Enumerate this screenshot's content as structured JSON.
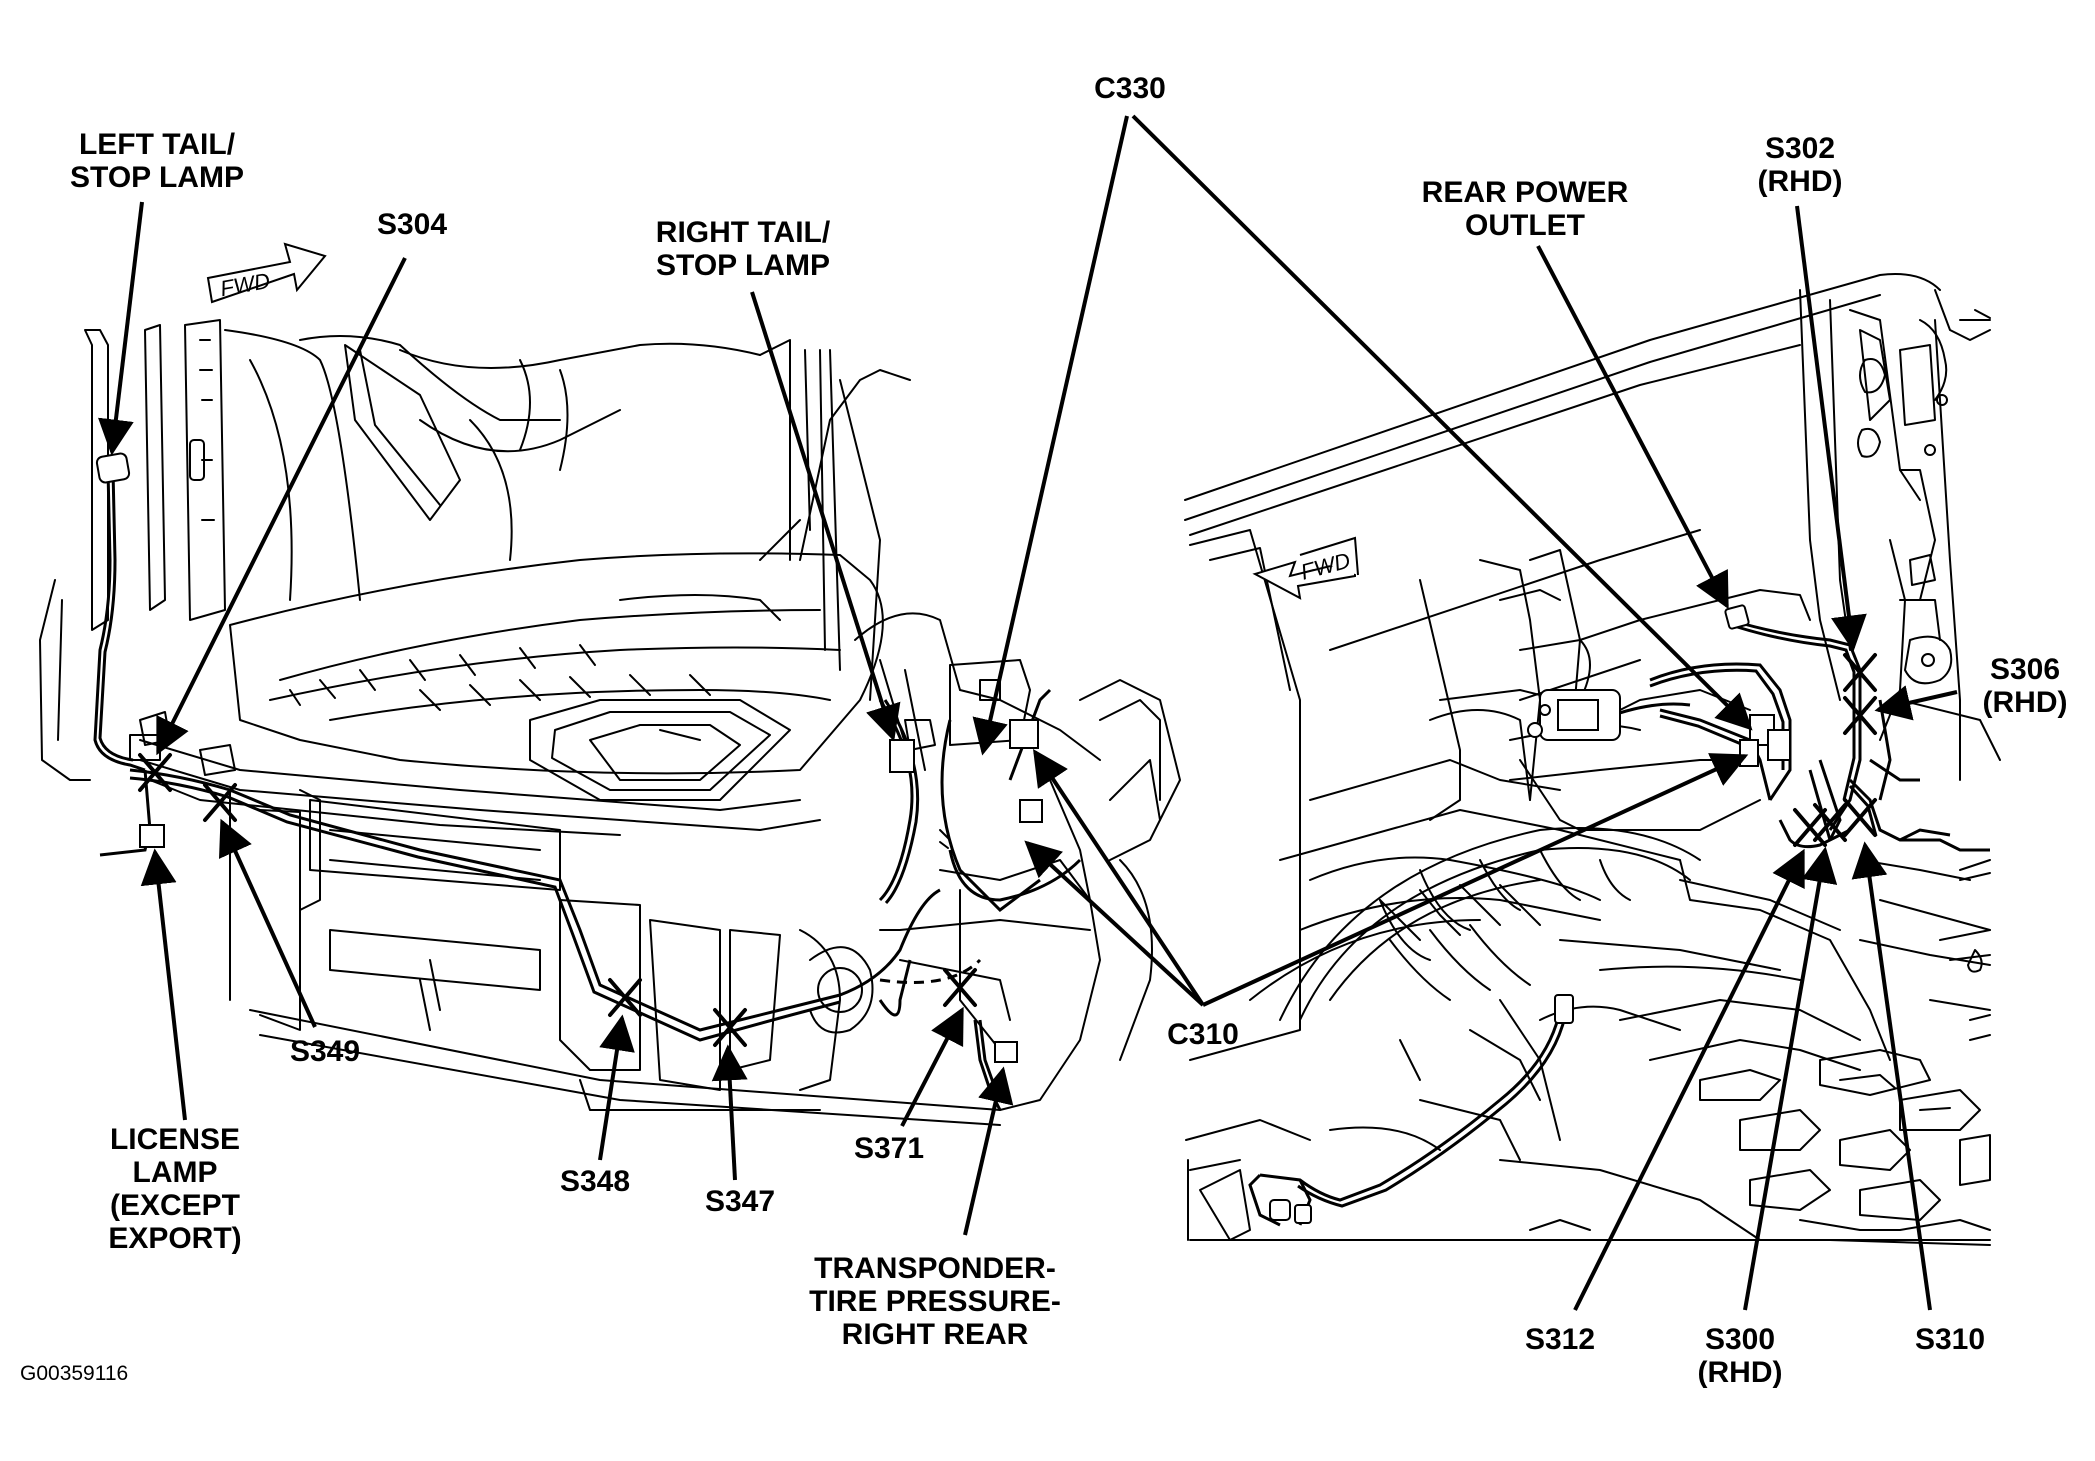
{
  "labels": {
    "left_tail": [
      "LEFT TAIL/",
      "STOP LAMP"
    ],
    "s304": "S304",
    "right_tail": [
      "RIGHT TAIL/",
      "STOP LAMP"
    ],
    "c330": "C330",
    "rear_power": [
      "REAR POWER",
      "OUTLET"
    ],
    "s302": [
      "S302",
      "(RHD)"
    ],
    "s306": [
      "S306",
      "(RHD)"
    ],
    "s349": "S349",
    "license": [
      "LICENSE",
      "LAMP",
      "(EXCEPT",
      "EXPORT)"
    ],
    "s348": "S348",
    "s347": "S347",
    "s371": "S371",
    "transponder": [
      "TRANSPONDER-",
      "TIRE PRESSURE-",
      "RIGHT REAR"
    ],
    "c310": "C310",
    "s312": "S312",
    "s300": [
      "S300",
      "(RHD)"
    ],
    "s310": "S310"
  },
  "fwd_arrow_text": "FWD",
  "figure_id": "G00359116"
}
